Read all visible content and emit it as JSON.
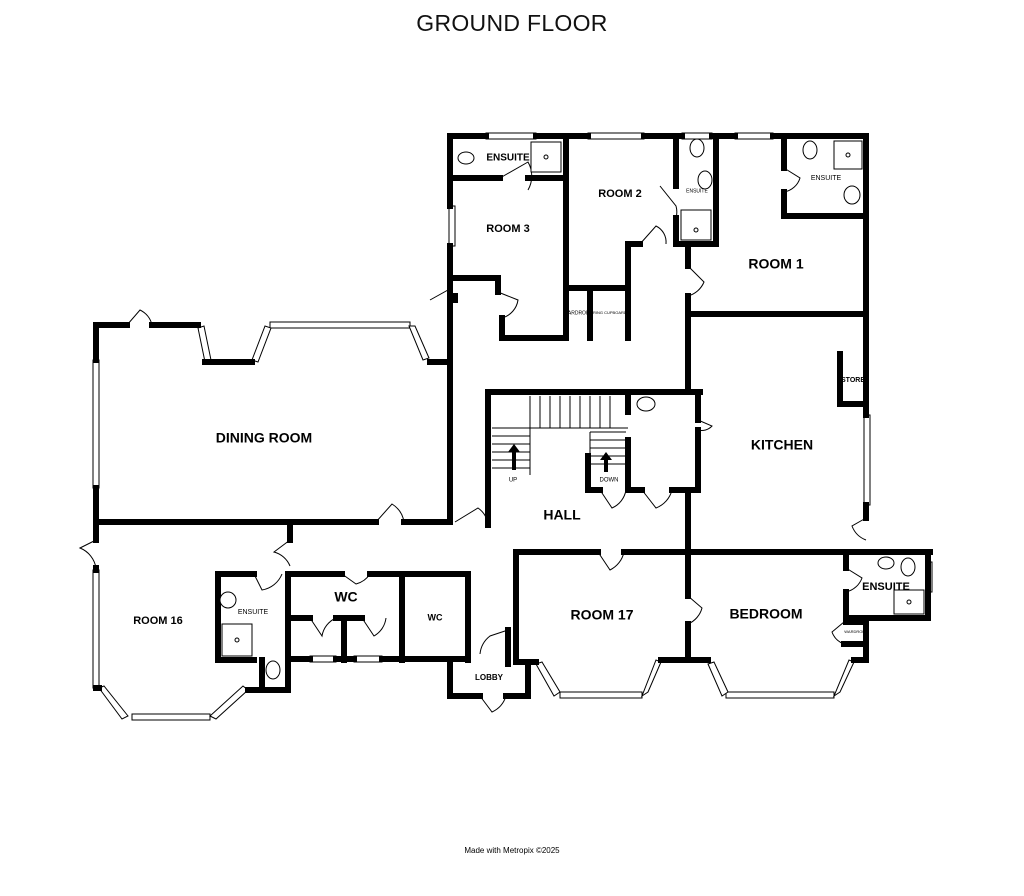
{
  "title": "GROUND FLOOR",
  "footer": "Made with Metropix ©2025",
  "rooms": {
    "ensuite_a": "ENSUITE",
    "room2": "ROOM 2",
    "ensuite_b": "ENSUITE",
    "ensuite_c": "ENSUITE",
    "room3": "ROOM 3",
    "room1": "ROOM 1",
    "wardrobe_a": "WARDROBE",
    "airing_cupboard": "AIRING CUPBOARD",
    "store": "STORE",
    "dining_room": "DINING ROOM",
    "kitchen": "KITCHEN",
    "hall": "HALL",
    "stairs_up": "UP",
    "stairs_down": "DOWN",
    "ensuite_d": "ENSUITE",
    "room16": "ROOM 16",
    "ensuite_e": "ENSUITE",
    "wc_a": "WC",
    "wc_b": "WC",
    "room17": "ROOM 17",
    "bedroom": "BEDROOM",
    "wardrobe_b": "WARDROBE",
    "lobby": "LOBBY"
  }
}
